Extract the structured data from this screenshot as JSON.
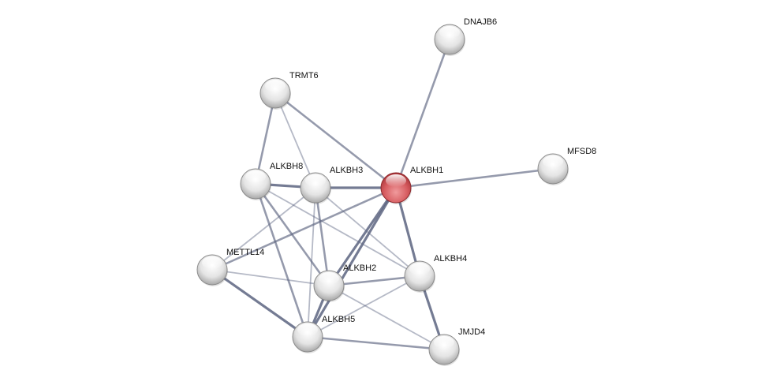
{
  "network": {
    "query_node": "ALKBH1",
    "nodes": [
      {
        "id": "DNAJB6",
        "label": "DNAJB6"
      },
      {
        "id": "TRMT6",
        "label": "TRMT6"
      },
      {
        "id": "MFSD8",
        "label": "MFSD8"
      },
      {
        "id": "ALKBH8",
        "label": "ALKBH8"
      },
      {
        "id": "ALKBH3",
        "label": "ALKBH3"
      },
      {
        "id": "ALKBH1",
        "label": "ALKBH1"
      },
      {
        "id": "METTL14",
        "label": "METTL14"
      },
      {
        "id": "ALKBH2",
        "label": "ALKBH2"
      },
      {
        "id": "ALKBH4",
        "label": "ALKBH4"
      },
      {
        "id": "ALKBH5",
        "label": "ALKBH5"
      },
      {
        "id": "JMJD4",
        "label": "JMJD4"
      }
    ],
    "edges": [
      {
        "a": "ALKBH1",
        "b": "DNAJB6",
        "strength": "medium"
      },
      {
        "a": "ALKBH1",
        "b": "MFSD8",
        "strength": "medium"
      },
      {
        "a": "ALKBH1",
        "b": "TRMT6",
        "strength": "medium"
      },
      {
        "a": "TRMT6",
        "b": "ALKBH8",
        "strength": "medium"
      },
      {
        "a": "TRMT6",
        "b": "ALKBH3",
        "strength": "weak"
      },
      {
        "a": "ALKBH8",
        "b": "ALKBH3",
        "strength": "strong"
      },
      {
        "a": "ALKBH3",
        "b": "ALKBH1",
        "strength": "strong"
      },
      {
        "a": "ALKBH8",
        "b": "ALKBH2",
        "strength": "medium"
      },
      {
        "a": "ALKBH8",
        "b": "ALKBH5",
        "strength": "medium"
      },
      {
        "a": "ALKBH8",
        "b": "ALKBH4",
        "strength": "weak"
      },
      {
        "a": "ALKBH3",
        "b": "METTL14",
        "strength": "weak"
      },
      {
        "a": "ALKBH3",
        "b": "ALKBH2",
        "strength": "medium"
      },
      {
        "a": "ALKBH3",
        "b": "ALKBH5",
        "strength": "weak"
      },
      {
        "a": "ALKBH3",
        "b": "ALKBH4",
        "strength": "weak"
      },
      {
        "a": "ALKBH1",
        "b": "METTL14",
        "strength": "medium"
      },
      {
        "a": "ALKBH1",
        "b": "ALKBH2",
        "strength": "strong"
      },
      {
        "a": "ALKBH1",
        "b": "ALKBH5",
        "strength": "strong"
      },
      {
        "a": "ALKBH1",
        "b": "ALKBH4",
        "strength": "strong"
      },
      {
        "a": "METTL14",
        "b": "ALKBH2",
        "strength": "weak"
      },
      {
        "a": "METTL14",
        "b": "ALKBH5",
        "strength": "strong"
      },
      {
        "a": "ALKBH2",
        "b": "ALKBH4",
        "strength": "medium"
      },
      {
        "a": "ALKBH2",
        "b": "ALKBH5",
        "strength": "strong"
      },
      {
        "a": "ALKBH2",
        "b": "JMJD4",
        "strength": "weak"
      },
      {
        "a": "ALKBH4",
        "b": "ALKBH5",
        "strength": "weak"
      },
      {
        "a": "ALKBH4",
        "b": "JMJD4",
        "strength": "strong"
      },
      {
        "a": "ALKBH5",
        "b": "JMJD4",
        "strength": "medium"
      }
    ],
    "colors": {
      "query": "#d9585c",
      "node": "#e6e6e6",
      "edge": "#5c6480"
    }
  }
}
